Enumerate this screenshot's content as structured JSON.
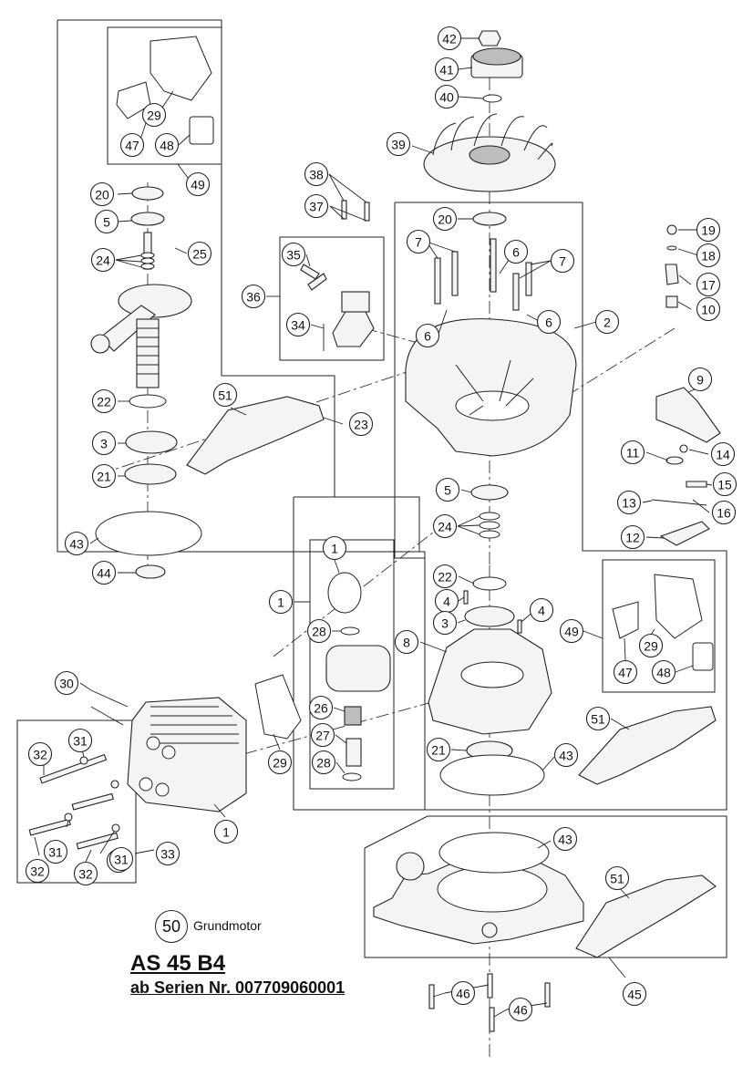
{
  "title": {
    "model": "AS 45 B4",
    "serial": "ab Serien Nr. 007709060001"
  },
  "legend": {
    "number": "50",
    "label": "Grundmotor"
  },
  "callouts": [
    {
      "id": "c42",
      "text": "42"
    },
    {
      "id": "c41",
      "text": "41"
    },
    {
      "id": "c40",
      "text": "40"
    },
    {
      "id": "c39",
      "text": "39"
    },
    {
      "id": "c20a",
      "text": "20"
    },
    {
      "id": "c7a",
      "text": "7"
    },
    {
      "id": "c6a",
      "text": "6"
    },
    {
      "id": "c7b",
      "text": "7"
    },
    {
      "id": "c6b",
      "text": "6"
    },
    {
      "id": "c6c",
      "text": "6"
    },
    {
      "id": "c2",
      "text": "2"
    },
    {
      "id": "c19",
      "text": "19"
    },
    {
      "id": "c18",
      "text": "18"
    },
    {
      "id": "c17",
      "text": "17"
    },
    {
      "id": "c10",
      "text": "10"
    },
    {
      "id": "c9",
      "text": "9"
    },
    {
      "id": "c11",
      "text": "11"
    },
    {
      "id": "c14",
      "text": "14"
    },
    {
      "id": "c15",
      "text": "15"
    },
    {
      "id": "c13",
      "text": "13"
    },
    {
      "id": "c16",
      "text": "16"
    },
    {
      "id": "c12",
      "text": "12"
    },
    {
      "id": "c38",
      "text": "38"
    },
    {
      "id": "c37",
      "text": "37"
    },
    {
      "id": "c35",
      "text": "35"
    },
    {
      "id": "c36",
      "text": "36"
    },
    {
      "id": "c34",
      "text": "34"
    },
    {
      "id": "c47a",
      "text": "47"
    },
    {
      "id": "c29a",
      "text": "29"
    },
    {
      "id": "c48a",
      "text": "48"
    },
    {
      "id": "c49a",
      "text": "49"
    },
    {
      "id": "c20b",
      "text": "20"
    },
    {
      "id": "c5a",
      "text": "5"
    },
    {
      "id": "c24a",
      "text": "24"
    },
    {
      "id": "c25",
      "text": "25"
    },
    {
      "id": "c22a",
      "text": "22"
    },
    {
      "id": "c51a",
      "text": "51"
    },
    {
      "id": "c23",
      "text": "23"
    },
    {
      "id": "c3a",
      "text": "3"
    },
    {
      "id": "c21a",
      "text": "21"
    },
    {
      "id": "c43a",
      "text": "43"
    },
    {
      "id": "c44",
      "text": "44"
    },
    {
      "id": "c5b",
      "text": "5"
    },
    {
      "id": "c24b",
      "text": "24"
    },
    {
      "id": "c22b",
      "text": "22"
    },
    {
      "id": "c4a",
      "text": "4"
    },
    {
      "id": "c4b",
      "text": "4"
    },
    {
      "id": "c3b",
      "text": "3"
    },
    {
      "id": "c8",
      "text": "8"
    },
    {
      "id": "c21b",
      "text": "21"
    },
    {
      "id": "c43b",
      "text": "43"
    },
    {
      "id": "c49b",
      "text": "49"
    },
    {
      "id": "c29b",
      "text": "29"
    },
    {
      "id": "c47b",
      "text": "47"
    },
    {
      "id": "c48b",
      "text": "48"
    },
    {
      "id": "c51b",
      "text": "51"
    },
    {
      "id": "c1a",
      "text": "1"
    },
    {
      "id": "c1b",
      "text": "1"
    },
    {
      "id": "c28a",
      "text": "28"
    },
    {
      "id": "c26",
      "text": "26"
    },
    {
      "id": "c27",
      "text": "27"
    },
    {
      "id": "c28b",
      "text": "28"
    },
    {
      "id": "c30",
      "text": "30"
    },
    {
      "id": "c29c",
      "text": "29"
    },
    {
      "id": "c1c",
      "text": "1"
    },
    {
      "id": "c31a",
      "text": "31"
    },
    {
      "id": "c32a",
      "text": "32"
    },
    {
      "id": "c31b",
      "text": "31"
    },
    {
      "id": "c32b",
      "text": "32"
    },
    {
      "id": "c31c",
      "text": "31"
    },
    {
      "id": "c32c",
      "text": "32"
    },
    {
      "id": "c31d",
      "text": "31"
    },
    {
      "id": "c33",
      "text": "33"
    },
    {
      "id": "c43c",
      "text": "43"
    },
    {
      "id": "c51c",
      "text": "51"
    },
    {
      "id": "c46a",
      "text": "46"
    },
    {
      "id": "c46b",
      "text": "46"
    },
    {
      "id": "c45",
      "text": "45"
    }
  ]
}
